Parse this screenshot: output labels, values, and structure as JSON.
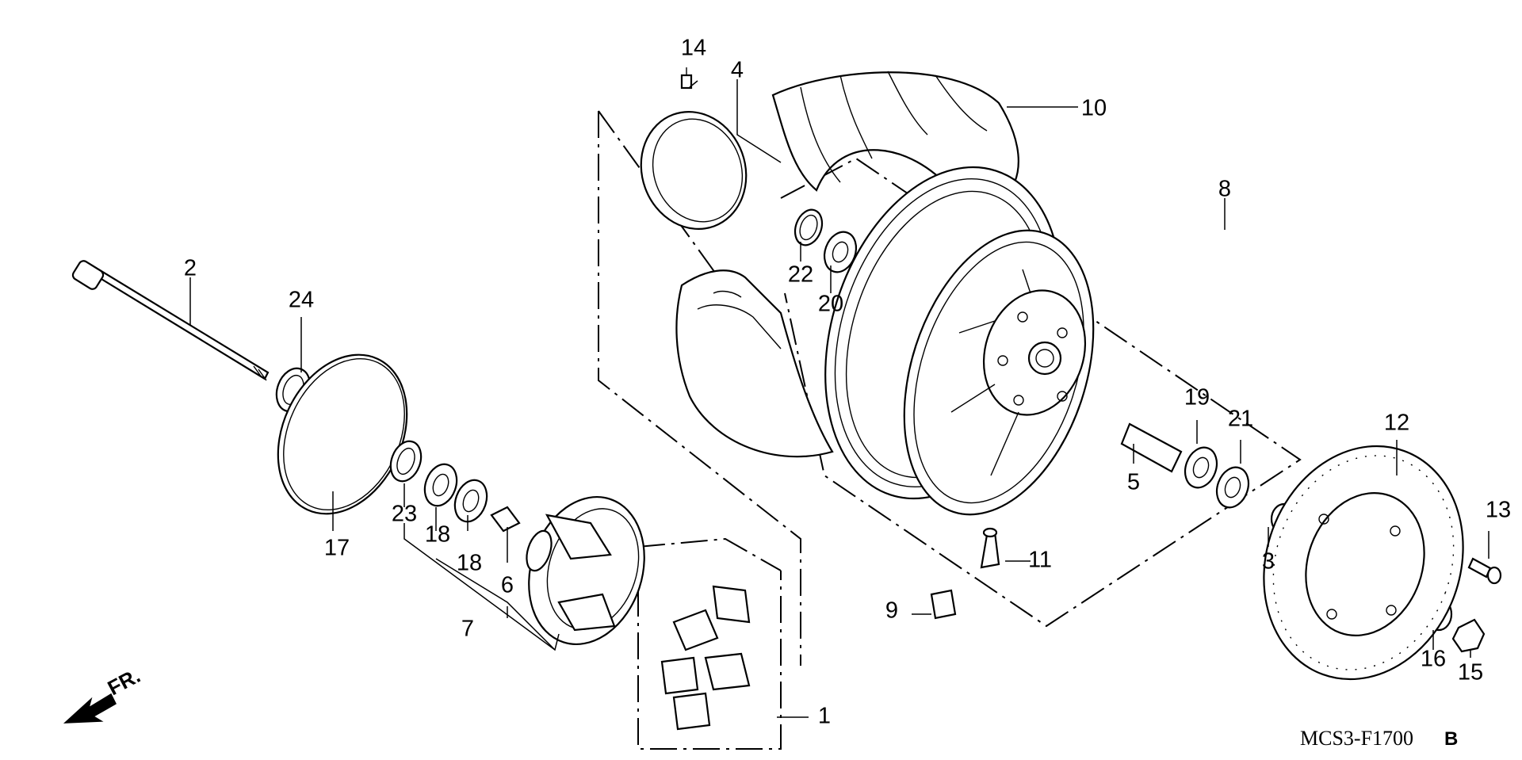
{
  "diagram_code": "MCS3-F1700",
  "diagram_revision": "B",
  "direction_label": "FR.",
  "colors": {
    "ink": "#000000",
    "paper": "#ffffff"
  },
  "callouts": [
    {
      "id": "1",
      "label": "1"
    },
    {
      "id": "2",
      "label": "2"
    },
    {
      "id": "3",
      "label": "3"
    },
    {
      "id": "4",
      "label": "4"
    },
    {
      "id": "5",
      "label": "5"
    },
    {
      "id": "6",
      "label": "6"
    },
    {
      "id": "7",
      "label": "7"
    },
    {
      "id": "8",
      "label": "8"
    },
    {
      "id": "9",
      "label": "9"
    },
    {
      "id": "10",
      "label": "10"
    },
    {
      "id": "11",
      "label": "11"
    },
    {
      "id": "12",
      "label": "12"
    },
    {
      "id": "13",
      "label": "13"
    },
    {
      "id": "14",
      "label": "14"
    },
    {
      "id": "15",
      "label": "15"
    },
    {
      "id": "16",
      "label": "16"
    },
    {
      "id": "17",
      "label": "17"
    },
    {
      "id": "18a",
      "label": "18"
    },
    {
      "id": "18b",
      "label": "18"
    },
    {
      "id": "19",
      "label": "19"
    },
    {
      "id": "20",
      "label": "20"
    },
    {
      "id": "21",
      "label": "21"
    },
    {
      "id": "22",
      "label": "22"
    },
    {
      "id": "23",
      "label": "23"
    },
    {
      "id": "24",
      "label": "24"
    }
  ]
}
